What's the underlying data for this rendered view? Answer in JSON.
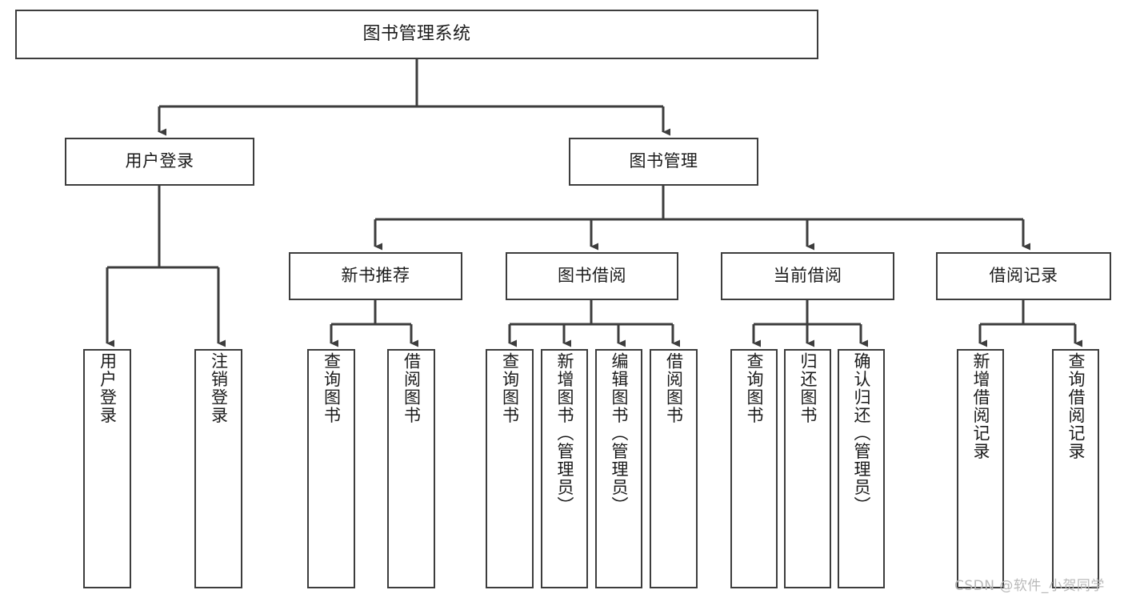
{
  "diagram": {
    "type": "hierarchy-tree",
    "title": "图书管理系统",
    "background_color": "#ffffff",
    "line_color": "#3d3d3d",
    "text_color": "#1b1b1b"
  },
  "nodes": {
    "root": {
      "label": "图书管理系统"
    },
    "level1": [
      {
        "label": "用户登录"
      },
      {
        "label": "图书管理"
      }
    ],
    "level2": [
      {
        "label": "新书推荐"
      },
      {
        "label": "图书借阅"
      },
      {
        "label": "当前借阅"
      },
      {
        "label": "借阅记录"
      }
    ],
    "leaves_user_login": [
      {
        "label": "用户登录"
      },
      {
        "label": "注销登录"
      }
    ],
    "leaves_new_book": [
      {
        "label": "查询图书"
      },
      {
        "label": "借阅图书"
      }
    ],
    "leaves_borrow": [
      {
        "label": "查询图书"
      },
      {
        "label": "新增图书（管理员）"
      },
      {
        "label": "编辑图书（管理员）"
      },
      {
        "label": "借阅图书"
      }
    ],
    "leaves_current": [
      {
        "label": "查询图书"
      },
      {
        "label": "归还图书"
      },
      {
        "label": "确认归还（管理员）"
      }
    ],
    "leaves_records": [
      {
        "label": "新增借阅记录"
      },
      {
        "label": "查询借阅记录"
      }
    ]
  },
  "watermark": {
    "text": "CSDN @软件_小贺同学"
  }
}
